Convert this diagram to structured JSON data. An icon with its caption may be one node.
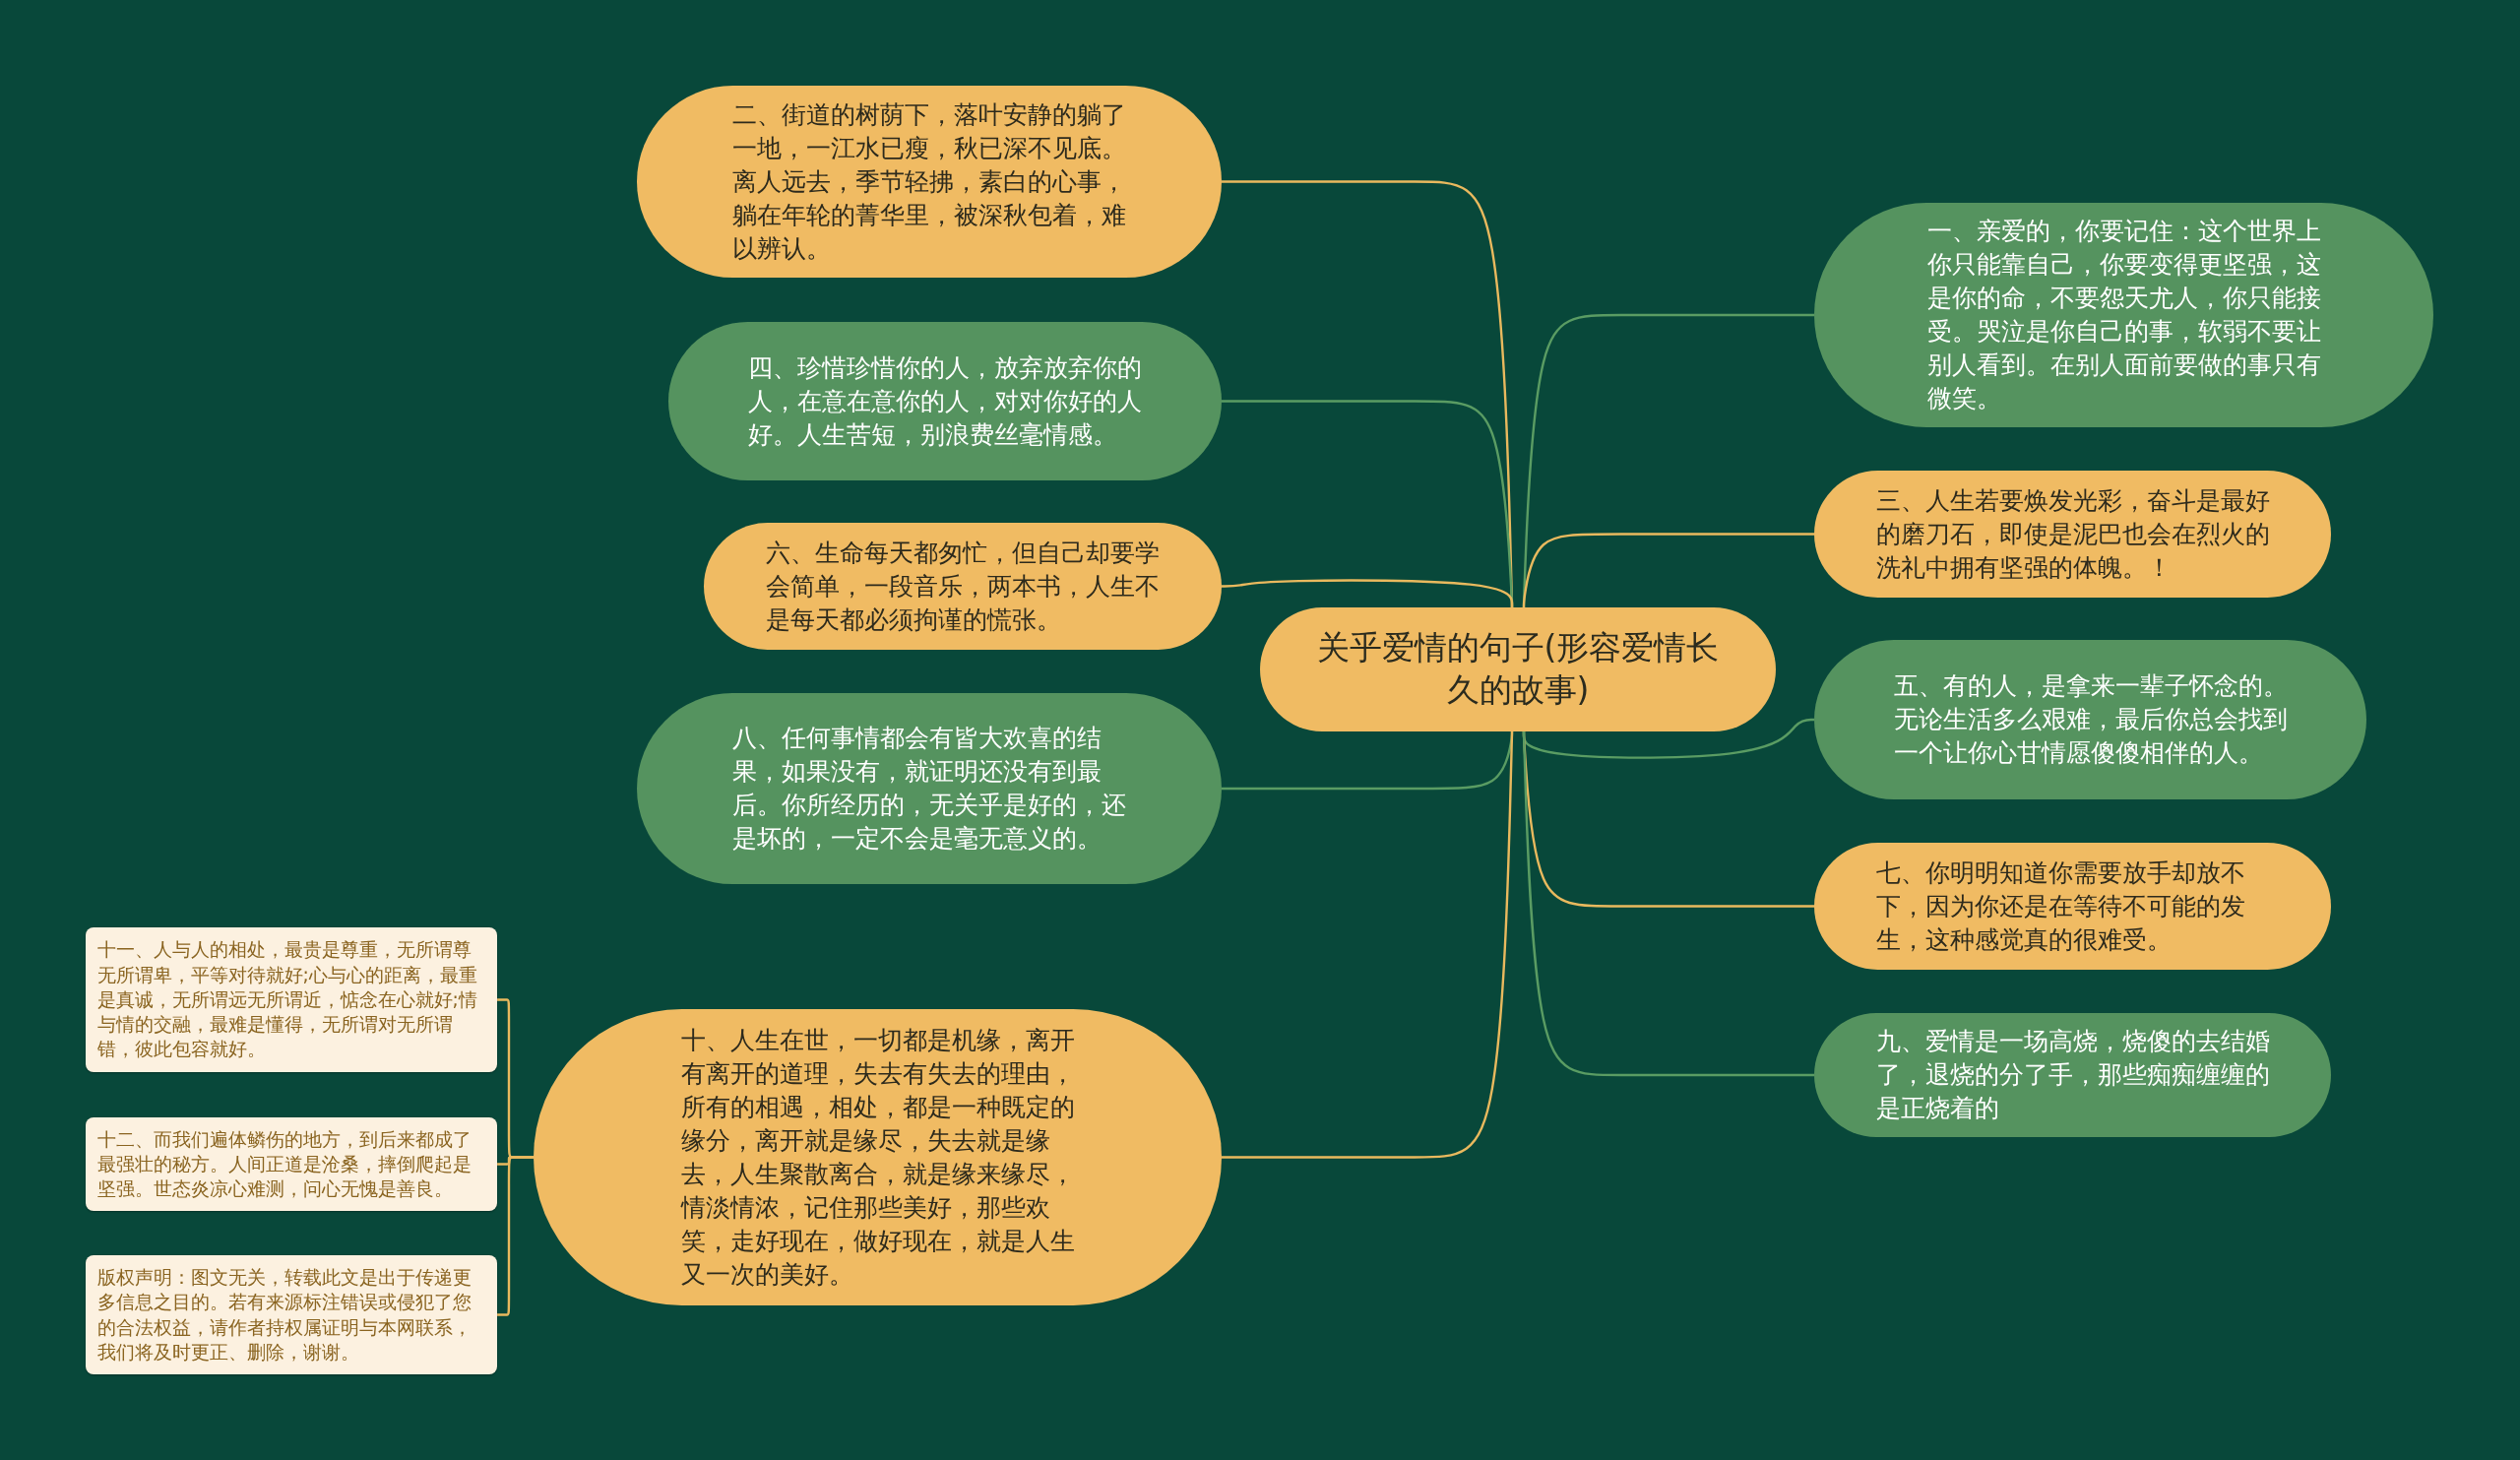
{
  "diagram": {
    "nodes": [
      {
        "text": [
          "关乎爱情的句子(形容爱情长久的故事)"
        ]
      },
      {
        "text": [
          "一、亲爱的，你要记住：这个世界上你只能靠自己，你要变得更坚强，这是你的命，不要怨天尤人，你只能接受。哭泣是你自己的事，软弱不要让别人看到。在别人面前要做的事只有微笑。"
        ]
      },
      {
        "text": [
          "二、街道的树荫下，落叶安静的躺了一地，一江水已瘦，秋已深不见底。离人远去，季节轻拂，素白的心事，躺在年轮的菁华里，被深秋包着，难以辨认。"
        ]
      },
      {
        "text": [
          "三、人生若要焕发光彩，奋斗是最好的磨刀石，即使是泥巴也会在烈火的洗礼中拥有坚强的体魄。！"
        ]
      },
      {
        "text": [
          "四、珍惜珍惜你的人，放弃放弃你的人，在意在意你的人，对对你好的人好。人生苦短，别浪费丝毫情感。"
        ]
      },
      {
        "text": [
          "五、有的人，是拿来一辈子怀念的。无论生活多么艰难，最后你总会找到一个让你心甘情愿傻傻相伴的人。"
        ]
      },
      {
        "text": [
          "六、生命每天都匆忙，但自己却要学会简单，一段音乐，两本书，人生不是每天都必须拘谨的慌张。"
        ]
      },
      {
        "text": [
          "七、你明明知道你需要放手却放不下，因为你还是在等待不可能的发生，这种感觉真的很难受。"
        ]
      },
      {
        "text": [
          "八、任何事情都会有皆大欢喜的结果，如果没有，就证明还没有到最后。你所经历的，无关乎是好的，还是坏的，一定不会是毫无意义的。"
        ]
      },
      {
        "text": [
          "九、爱情是一场高烧，烧傻的去结婚了，退烧的分了手，那些痴痴缠缠的是正烧着的"
        ]
      },
      {
        "text": [
          "十、人生在世，一切都是机缘，离开有离开的道理，失去有失去的理由，所有的相遇，相处，都是一种既定的缘分，离开就是缘尽，失去就是缘去，人生聚散离合，就是缘来缘尽，情淡情浓，记住那些美好，那些欢笑，走好现在，做好现在，就是人生又一次的美好。"
        ]
      },
      {
        "text": [
          "十一、人与人的相处，最贵是尊重，无所谓尊无所谓卑，平等对待就好;心与心的距离，最重是真诚，无所谓远无所谓近，惦念在心就好;情与情的交融，最难是懂得，无所谓对无所谓错，彼此包容就好。"
        ]
      },
      {
        "text": [
          "十二、而我们遍体鳞伤的地方，到后来都成了最强壮的秘方。人间正道是沧桑，摔倒爬起是坚强。世态炎凉心难测，问心无愧是善良。"
        ]
      },
      {
        "text": [
          "版权声明：图文无关，转载此文是出于传递更多信息之目的。若有来源标注错误或侵犯了您的合法权益，请作者持权属证明与本网联系，我们将及时更正、删除，谢谢。"
        ]
      }
    ],
    "edges": [
      {
        "from": 0,
        "to": 1,
        "arrow": "none",
        "color": "#5a9c63"
      },
      {
        "from": 0,
        "to": 2,
        "arrow": "none"
      },
      {
        "from": 0,
        "to": 3,
        "arrow": "none"
      },
      {
        "from": 0,
        "to": 4,
        "arrow": "none",
        "color": "#5a9c63"
      },
      {
        "from": 0,
        "to": 5,
        "arrow": "none",
        "color": "#5a9c63"
      },
      {
        "from": 0,
        "to": 6,
        "arrow": "none"
      },
      {
        "from": 0,
        "to": 7,
        "arrow": "none"
      },
      {
        "from": 0,
        "to": 8,
        "arrow": "none",
        "color": "#5a9c63"
      },
      {
        "from": 0,
        "to": 9,
        "arrow": "none",
        "color": "#5a9c63"
      },
      {
        "from": 0,
        "to": 10,
        "arrow": "none"
      },
      {
        "from": 10,
        "to": 11,
        "arrow": "none"
      },
      {
        "from": 10,
        "to": 12,
        "arrow": "none"
      },
      {
        "from": 10,
        "to": 13,
        "arrow": "none"
      }
    ]
  }
}
